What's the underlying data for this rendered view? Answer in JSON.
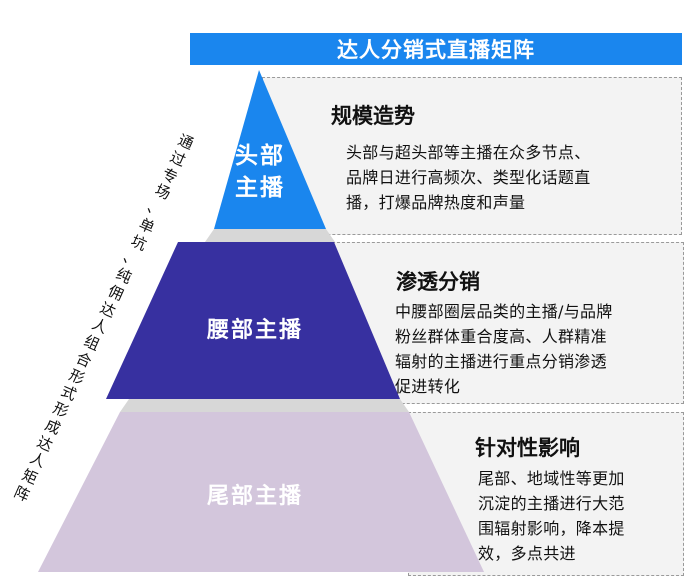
{
  "header": {
    "title": "达人分销式直播矩阵"
  },
  "pyramid": {
    "side_text": "通过专场、单坑、纯佣达人组合形式形成达人矩阵",
    "tiers": [
      {
        "label_lines": [
          "头部",
          "主播"
        ],
        "color": "#1a86ee",
        "title": "规模造势",
        "description_lines": [
          "头部与超头部等主播在众多节点、",
          "品牌日进行高频次、类型化话题直",
          "播，打爆品牌热度和声量"
        ]
      },
      {
        "label": "腰部主播",
        "color": "#3730a0",
        "title": "渗透分销",
        "description_lines": [
          "中腰部圈层品类的主播/与品牌",
          "粉丝群体重合度高、人群精准",
          "辐射的主播进行重点分销渗透",
          "促进转化"
        ]
      },
      {
        "label": "尾部主播",
        "color": "#d3c6dc",
        "title": "针对性影响",
        "description_lines": [
          "尾部、地域性等更加",
          "沉淀的主播进行大范",
          "围辐射影响，降本提",
          "效，多点共进"
        ]
      }
    ]
  }
}
